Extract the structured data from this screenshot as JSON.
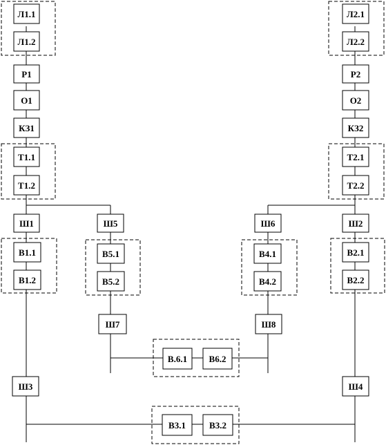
{
  "labels": {
    "l1_1": "Л1.1",
    "l1_2": "Л1.2",
    "r1": "Р1",
    "o1": "О1",
    "kz1": "КЗ1",
    "t1_1": "Т1.1",
    "t1_2": "Т1.2",
    "sh1": "Ш1",
    "sh5": "Ш5",
    "b1_1": "В1.1",
    "b1_2": "В1.2",
    "b5_1": "В5.1",
    "b5_2": "В5.2",
    "sh7": "Ш7",
    "sh3": "Ш3",
    "l2_1": "Л2.1",
    "l2_2": "Л2.2",
    "r2": "Р2",
    "o2": "О2",
    "kz2": "КЗ2",
    "t2_1": "Т2.1",
    "t2_2": "Т2.2",
    "sh2": "Ш2",
    "sh6": "Ш6",
    "b2_1": "В2.1",
    "b2_2": "В2.2",
    "b4_1": "В4.1",
    "b4_2": "В4.2",
    "sh8": "Ш8",
    "sh4": "Ш4",
    "b6_1": "В.6.1",
    "b6_2": "В6.2",
    "b3_1": "В3.1",
    "b3_2": "В3.2"
  }
}
